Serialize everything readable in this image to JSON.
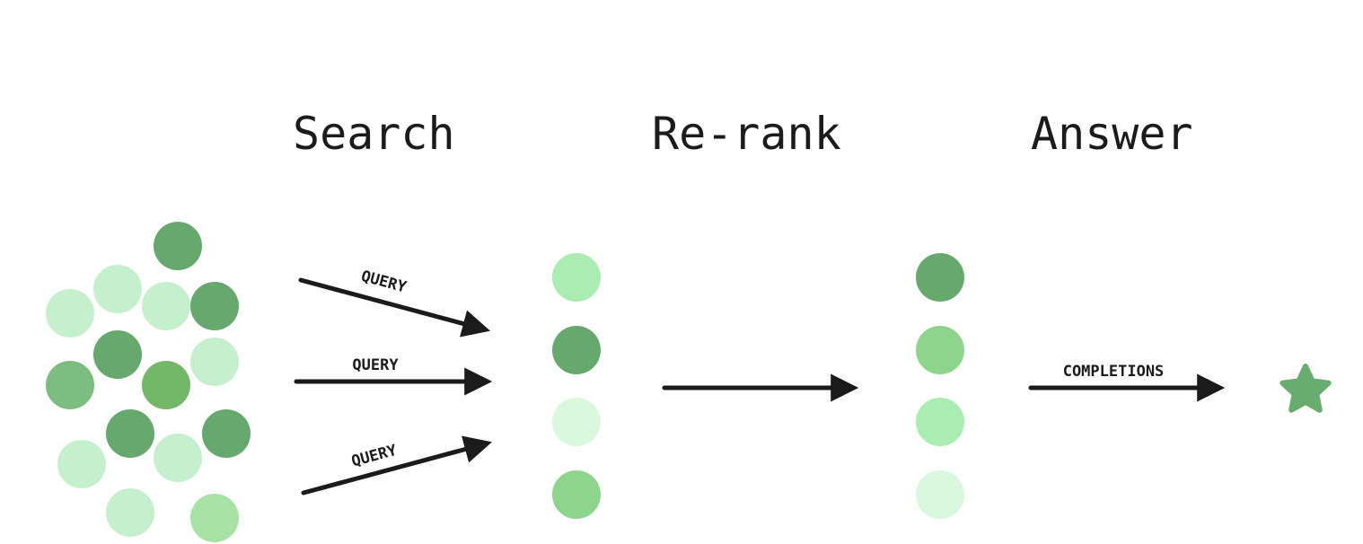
{
  "stages": {
    "search": "Search",
    "rerank": "Re-rank",
    "answer": "Answer"
  },
  "arrow_labels": {
    "query_1": "QUERY",
    "query_2": "QUERY",
    "query_3": "QUERY",
    "completions": "COMPLETIONS"
  },
  "colors": {
    "ink": "#1b1b1b",
    "green_dark": "#66a86e",
    "green_mid": "#8dd48d",
    "green_light": "#abecb2",
    "green_pale": "#c6f0cd",
    "green_palest": "#daf8dd",
    "green_saturated": "#74b768",
    "star": "#68ad70"
  },
  "icons": {
    "final_answer": "star-icon"
  }
}
